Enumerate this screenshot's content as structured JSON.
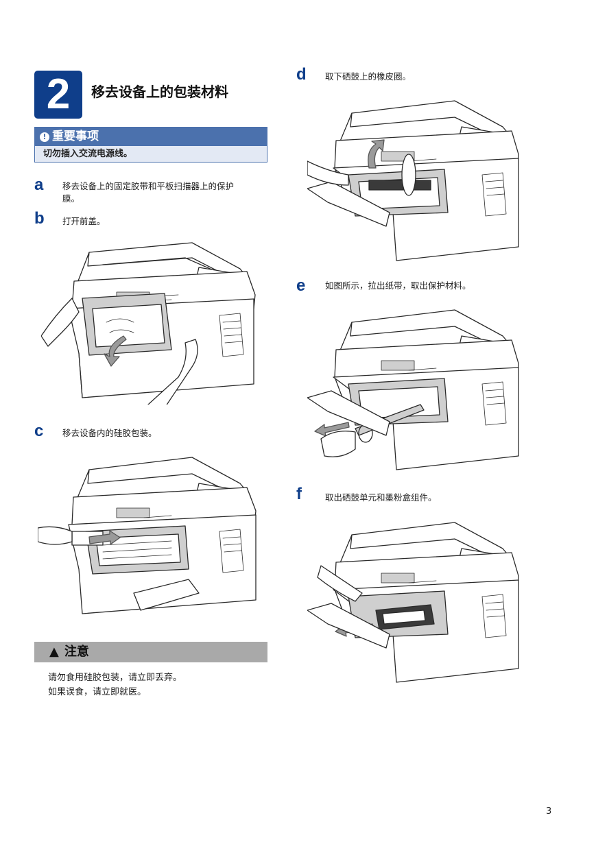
{
  "section": {
    "number": "2",
    "title": "移去设备上的包装材料"
  },
  "important": {
    "icon": "exclamation-circle-icon",
    "title": "重要事项",
    "text": "切勿插入交流电源线。"
  },
  "steps": [
    {
      "letter": "a",
      "text": "移去设备上的固定胶带和平板扫描器上的保护",
      "text2": "膜。"
    },
    {
      "letter": "b",
      "text": "打开前盖。"
    },
    {
      "letter": "c",
      "text": "移去设备内的硅胶包装。"
    },
    {
      "letter": "d",
      "text": "取下硒鼓上的橡皮圈。"
    },
    {
      "letter": "e",
      "text": "如图所示，拉出纸带，取出保护材料。"
    },
    {
      "letter": "f",
      "text": "取出硒鼓单元和墨粉盒组件。"
    }
  ],
  "caution": {
    "icon": "warning-triangle-icon",
    "title": "注意",
    "lines": [
      "请勿食用硅胶包装，请立即丢弃。",
      "如果误食，请立即就医。"
    ]
  },
  "page_number": "3",
  "colors": {
    "brand_blue": "#0f3e8a",
    "important_header": "#4b71ad",
    "important_body": "#e3e9f4",
    "caution_header": "#a9a9a9"
  }
}
